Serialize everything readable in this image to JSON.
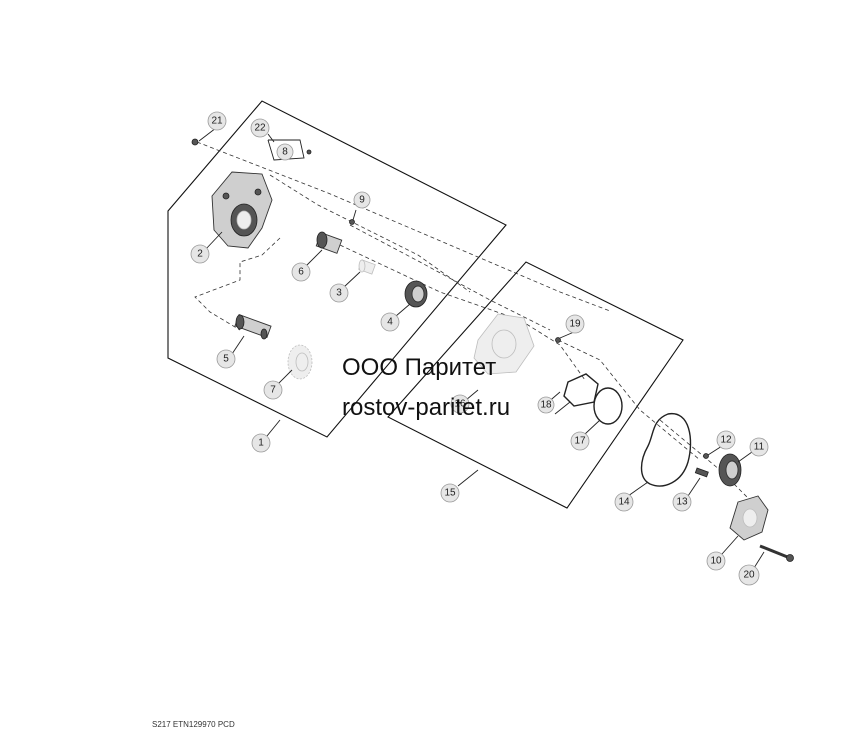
{
  "watermark": {
    "company": "ООО Паритет",
    "site": "rostov-paritet.ru"
  },
  "footer": {
    "code": "S217  ETN129970  PCD"
  },
  "callouts": [
    "1",
    "2",
    "3",
    "4",
    "5",
    "6",
    "7",
    "8",
    "9",
    "10",
    "11",
    "12",
    "13",
    "14",
    "15",
    "16",
    "17",
    "18",
    "19",
    "20",
    "21",
    "22"
  ],
  "colors": {
    "callout_fill": "#e6e6e6",
    "line": "#222222",
    "part_fill": "#cfcfcf"
  }
}
